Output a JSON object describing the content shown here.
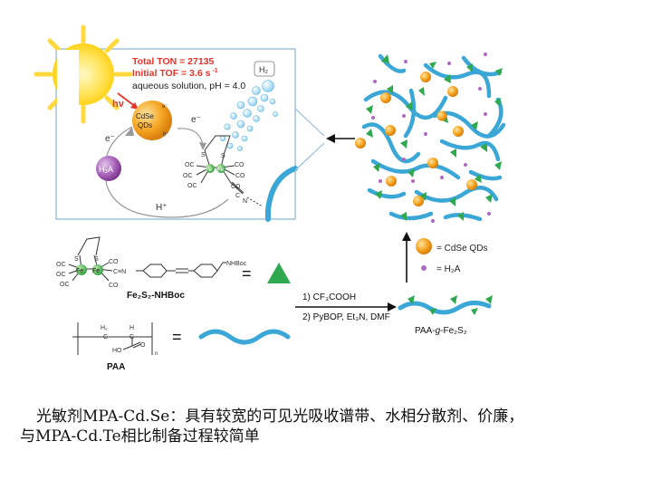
{
  "panel": {
    "ton": "Total TON = 27135",
    "tof_prefix": "Initial TOF = 3.6 s",
    "tof_sup": "-1",
    "solution": "aqueous solution, pH = 4.0",
    "hv": "hν",
    "h2": "H₂",
    "e_minus": "e⁻",
    "e_minus_right": "e⁻",
    "h_plus": "H⁺",
    "qd_e": "e⁻",
    "qd_h": "h⁺",
    "qd_label_1": "Cd",
    "qd_label_2": "Se",
    "qd_label_3": "QDs",
    "h2a": "H₂A",
    "s1": "S",
    "s2": "S",
    "fe1": "Fe",
    "fe2": "Fe",
    "oc1": "OC",
    "oc2": "OC",
    "oc3": "OC",
    "co1": "CO",
    "co2": "CO",
    "co3": "CO",
    "c_atom": "C",
    "n_atom": "N"
  },
  "complex": {
    "s1": "S",
    "s2": "S",
    "fe1": "Fe",
    "fe2": "Fe",
    "oc1": "OC",
    "oc2": "OC",
    "oc3": "OC",
    "co1": "CO",
    "co2": "CO",
    "cn": "C≡N",
    "nhboc": "NHBoc",
    "name": "Fe₂S₂-NHBoc",
    "equals": "="
  },
  "paa": {
    "h2": "H₂",
    "c1": "C",
    "h": "H",
    "c2": "C",
    "ho": "HO",
    "o": "O",
    "n": "n",
    "name": "PAA",
    "equals": "="
  },
  "reaction": {
    "step1": "1) CF₃COOH",
    "step2": "2) PyBOP, Et₃N, DMF"
  },
  "product": {
    "name_prefix": "PAA-",
    "name_g": "g",
    "name_suffix": "-Fe₂S₂"
  },
  "legend": {
    "qd": "= CdSe QDs",
    "h2a": "= H₂A"
  },
  "caption": {
    "line1": "光敏剂MPA-Cd.Se：具有较宽的可见光吸收谱带、水相分散剂、价廉，",
    "line2": "与MPA-Cd.Te相比制备过程较简单"
  },
  "colors": {
    "panel_border": "#9ec3dc",
    "red_text": "#e6332a",
    "polymer_blue": "#3ba7d6",
    "qd_orange": "#f5a623",
    "h2a_purple": "#a35bb5",
    "triangle_green": "#2fa84f",
    "fe_green": "#3aa54a"
  }
}
